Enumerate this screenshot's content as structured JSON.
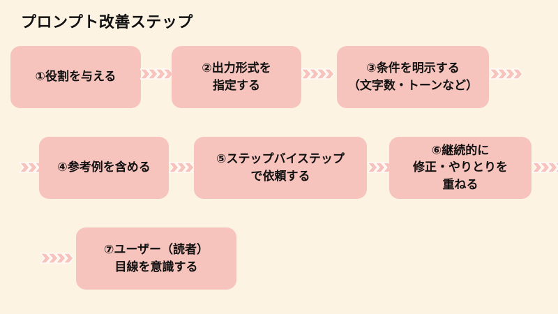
{
  "title": "プロンプト改善ステップ",
  "steps": [
    {
      "lines": [
        "①役割を与える"
      ]
    },
    {
      "lines": [
        "②出力形式を",
        "指定する"
      ]
    },
    {
      "lines": [
        "③条件を明示する",
        "（文字数・トーンなど）"
      ]
    },
    {
      "lines": [
        "④参考例を含める"
      ]
    },
    {
      "lines": [
        "⑤ステップバイステップ",
        "で依頼する"
      ]
    },
    {
      "lines": [
        "⑥継続的に",
        "修正・やりとりを",
        "重ねる"
      ]
    },
    {
      "lines": [
        "⑦ユーザー（読者）",
        "目線を意識する"
      ]
    }
  ],
  "colors": {
    "background": "#fdf3e3",
    "step_fill": "#f7c3bd",
    "arrow_fill": "#f7c3bd",
    "arrow_stroke": "#ffffff"
  },
  "arrow_icon": "chevron-right-icon"
}
